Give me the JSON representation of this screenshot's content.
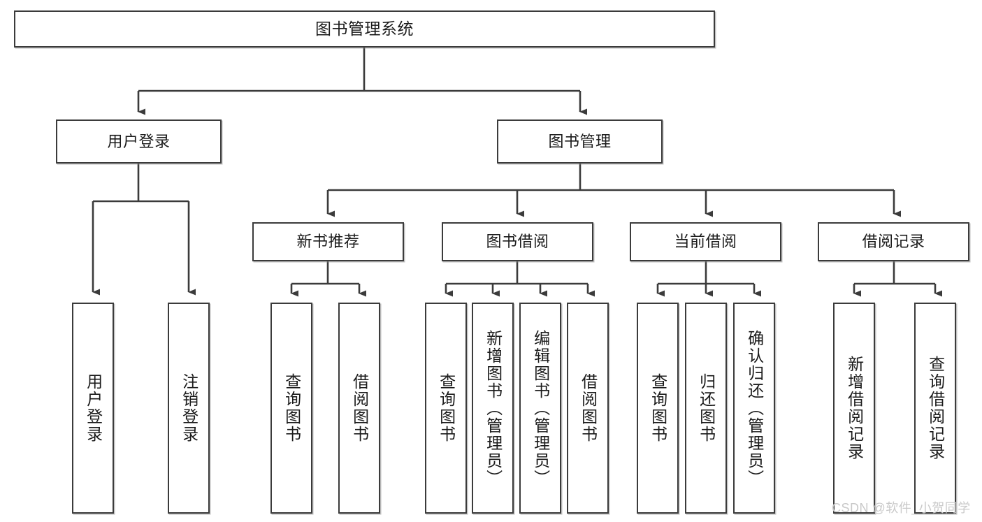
{
  "diagram": {
    "title": "图书管理系统",
    "type": "tree",
    "watermark": "CSDN @软件_小贺同学",
    "colors": {
      "box_border": "#3b3b3b",
      "box_fill": "#ffffff",
      "connector": "#3b3b3b",
      "text": "#1b1b1b",
      "watermark": "#c9c9c9",
      "background": "#ffffff"
    },
    "levels": {
      "root": {
        "label": "图书管理系统"
      },
      "level2": [
        {
          "label": "用户登录"
        },
        {
          "label": "图书管理"
        }
      ],
      "level3": [
        {
          "label": "新书推荐"
        },
        {
          "label": "图书借阅"
        },
        {
          "label": "当前借阅"
        },
        {
          "label": "借阅记录"
        }
      ],
      "leaves": {
        "user_login": [
          {
            "label": "用户登录"
          },
          {
            "label": "注销登录"
          }
        ],
        "new_book": [
          {
            "label": "查询图书"
          },
          {
            "label": "借阅图书"
          }
        ],
        "book_borrow": [
          {
            "label": "查询图书"
          },
          {
            "label": "新增图书（管理员）"
          },
          {
            "label": "编辑图书（管理员）"
          },
          {
            "label": "借阅图书"
          }
        ],
        "current_borrow": [
          {
            "label": "查询图书"
          },
          {
            "label": "归还图书"
          },
          {
            "label": "确认归还（管理员）"
          }
        ],
        "borrow_record": [
          {
            "label": "新增借阅记录"
          },
          {
            "label": "查询借阅记录"
          }
        ]
      }
    }
  }
}
